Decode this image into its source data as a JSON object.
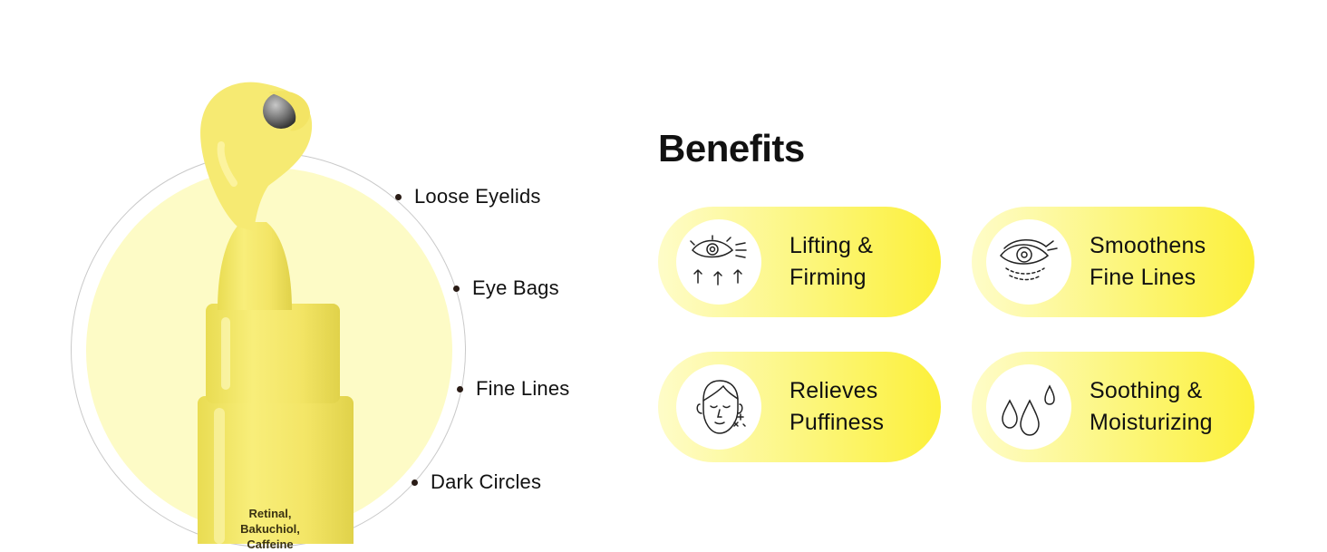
{
  "product": {
    "tube_label_lines": [
      "Retinal,",
      "Bakuchiol,",
      "Caffeine"
    ],
    "callouts": [
      {
        "label": "Loose Eyelids"
      },
      {
        "label": "Eye Bags"
      },
      {
        "label": "Fine Lines"
      },
      {
        "label": "Dark Circles"
      }
    ]
  },
  "benefits": {
    "title": "Benefits",
    "items": [
      {
        "line1": "Lifting &",
        "line2": "Firming",
        "icon": "eye-lift-icon"
      },
      {
        "line1": "Smoothens",
        "line2": "Fine Lines",
        "icon": "eye-wrinkle-icon"
      },
      {
        "line1": "Relieves",
        "line2": "Puffiness",
        "icon": "face-icon"
      },
      {
        "line1": "Soothing &",
        "line2": "Moisturizing",
        "icon": "water-drops-icon"
      }
    ]
  },
  "colors": {
    "accent_yellow": "#fcf03a",
    "pale_yellow": "#fdfbc6",
    "tube_yellow": "#f6ea6e",
    "text": "#111111"
  }
}
